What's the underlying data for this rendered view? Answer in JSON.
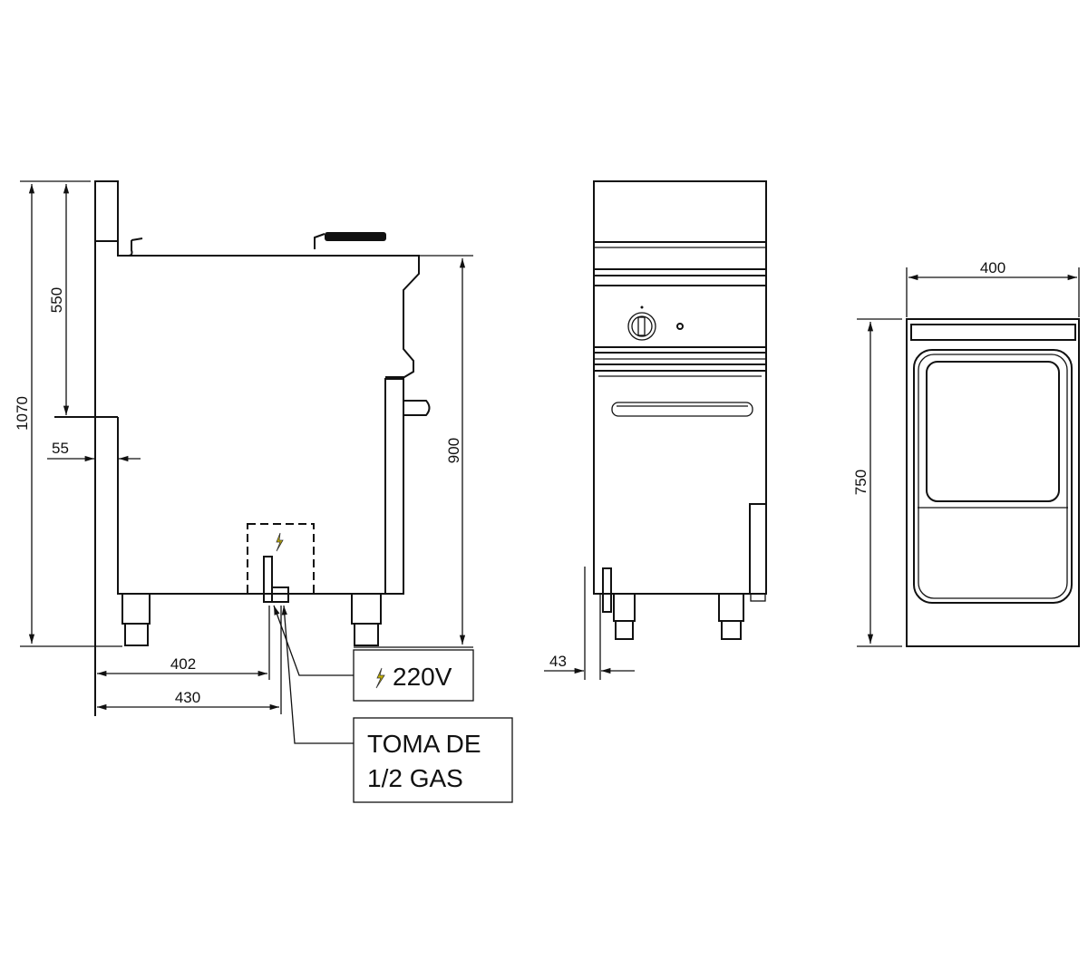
{
  "dimensions": {
    "height_total": "1070",
    "height_upper": "550",
    "wall_offset": "55",
    "height_worktop": "900",
    "dist_electric": "402",
    "dist_gas": "430",
    "front_offset": "43",
    "width": "400",
    "depth": "750"
  },
  "labels": {
    "electric": "220V",
    "gas_line1": "TOMA DE",
    "gas_line2": "1/2 GAS"
  },
  "colors": {
    "line": "#111111",
    "electric_symbol": "#c8b400"
  }
}
